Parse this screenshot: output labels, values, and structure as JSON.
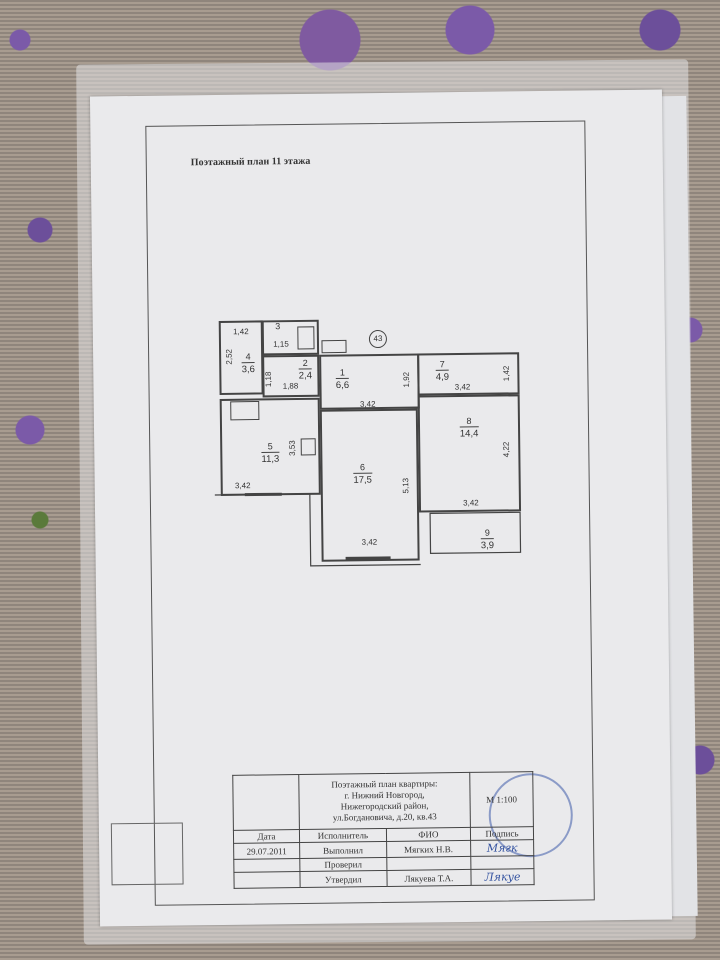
{
  "document": {
    "title": "Поэтажный план 11 этажа",
    "apartment_number_marker": "43",
    "rooms": [
      {
        "number": "1",
        "area": "6,6"
      },
      {
        "number": "2",
        "area": "2,4"
      },
      {
        "number": "3",
        "area": "1,15"
      },
      {
        "number": "4",
        "area": "3,6"
      },
      {
        "number": "5",
        "area": "11,3"
      },
      {
        "number": "6",
        "area": "17,5"
      },
      {
        "number": "7",
        "area": "4,9"
      },
      {
        "number": "8",
        "area": "14,4"
      },
      {
        "number": "9",
        "area": "3,9"
      }
    ],
    "dimensions": {
      "d_1_42_top": "1,42",
      "d_2_52": "2,52",
      "d_1_18": "1,18",
      "d_1_88": "1,88",
      "d_1_92": "1,92",
      "d_3_42_corr": "3,42",
      "d_3_42_r7": "3,42",
      "d_1_42_r7": "1,42",
      "d_3_53": "3,53",
      "d_3_42_r5": "3,42",
      "d_5_13": "5,13",
      "d_3_42_r6": "3,42",
      "d_4_22": "4,22",
      "d_3_42_r8": "3,42"
    },
    "title_block": {
      "heading_lines": [
        "Поэтажный план квартиры:",
        "г. Нижний Новгород,",
        "Нижегородский район,",
        "ул.Богдановича, д.20, кв.43"
      ],
      "scale": "М 1:100",
      "headers": [
        "Дата",
        "Исполнитель",
        "ФИО",
        "Подпись"
      ],
      "rows": [
        {
          "date": "29.07.2011",
          "role": "Выполнил",
          "name": "Мягких Н.В.",
          "signature": "Мягк"
        },
        {
          "date": "",
          "role": "Проверил",
          "name": "",
          "signature": ""
        },
        {
          "date": "",
          "role": "Утвердил",
          "name": "Лякуева Т.А.",
          "signature": "Лякуе"
        }
      ]
    }
  }
}
